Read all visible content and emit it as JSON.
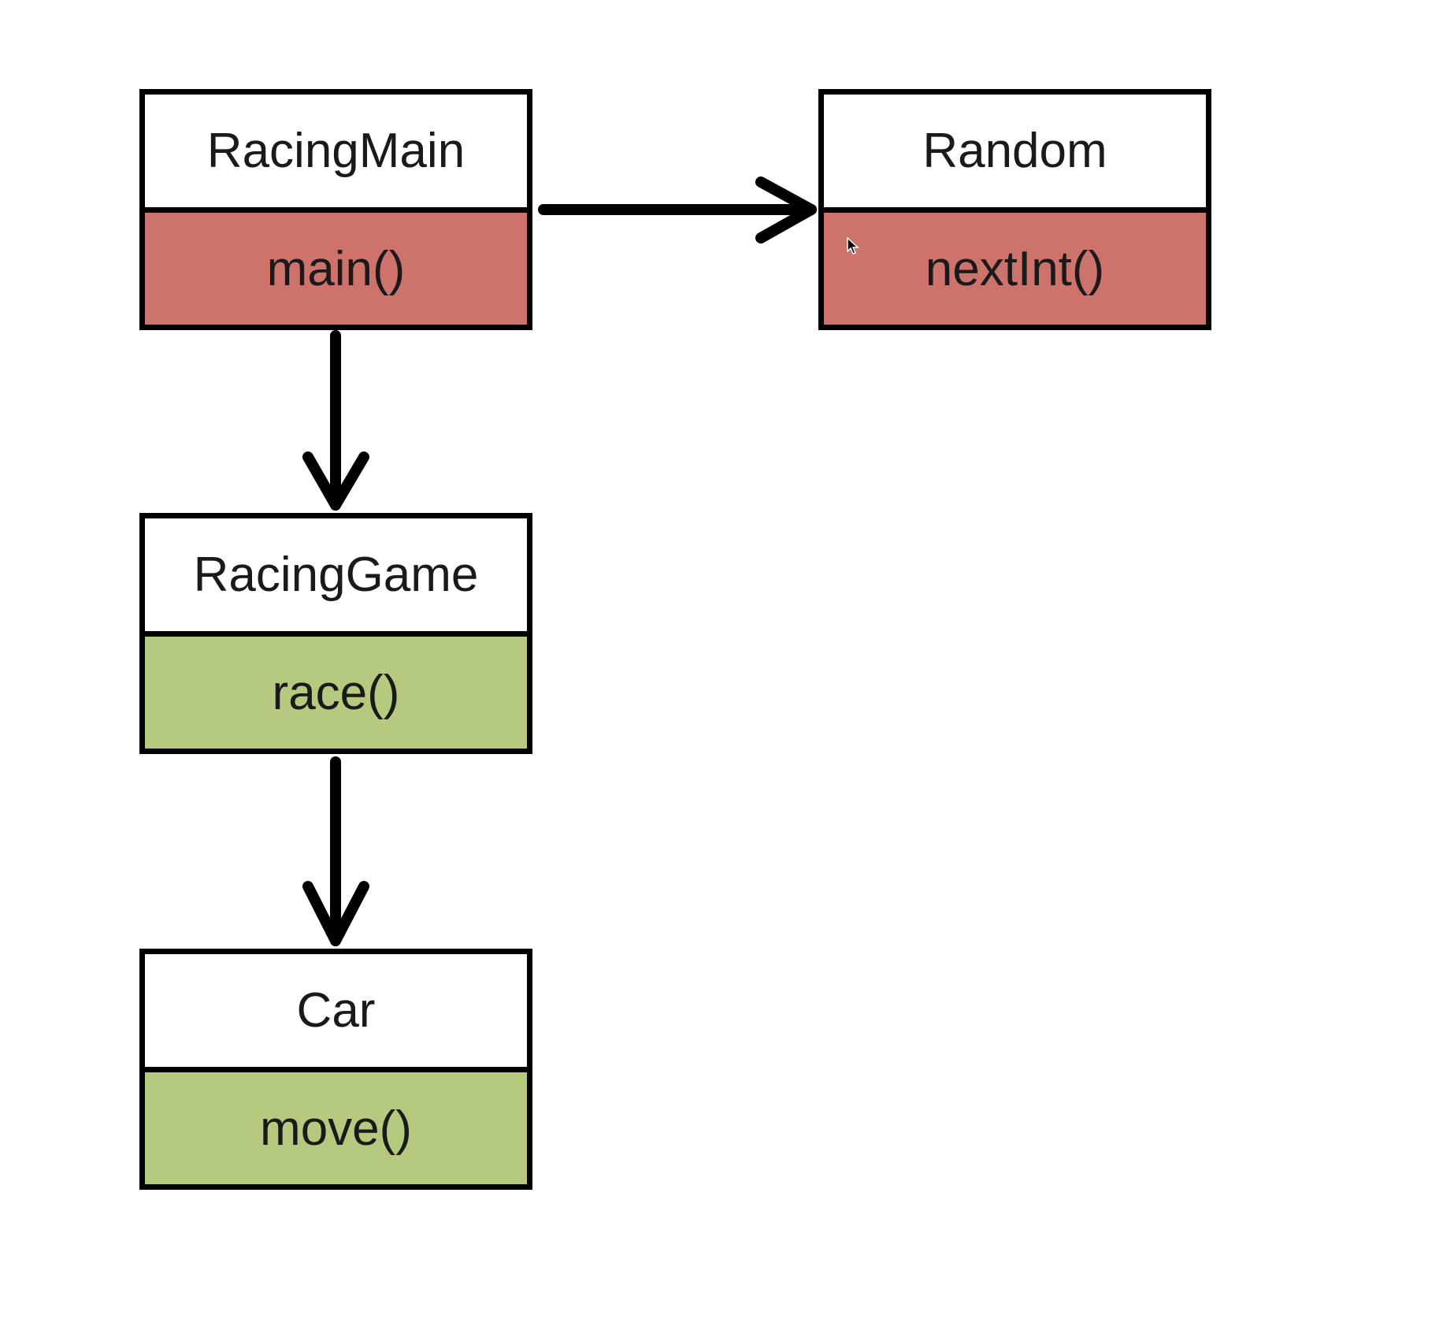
{
  "diagram": {
    "classes": [
      {
        "id": "racingmain",
        "name": "RacingMain",
        "method": "main()",
        "method_color": "#cd736b"
      },
      {
        "id": "random",
        "name": "Random",
        "method": "nextInt()",
        "method_color": "#cd736b"
      },
      {
        "id": "racinggame",
        "name": "RacingGame",
        "method": "race()",
        "method_color": "#b5ca7f"
      },
      {
        "id": "car",
        "name": "Car",
        "method": "move()",
        "method_color": "#b5ca7f"
      }
    ],
    "arrows": [
      {
        "from": "RacingMain",
        "to": "Random"
      },
      {
        "from": "RacingMain",
        "to": "RacingGame"
      },
      {
        "from": "RacingGame",
        "to": "Car"
      }
    ]
  },
  "colors": {
    "border": "#000000",
    "header_bg": "#ffffff"
  },
  "icons": {
    "cursor": "mouse-pointer-icon"
  }
}
